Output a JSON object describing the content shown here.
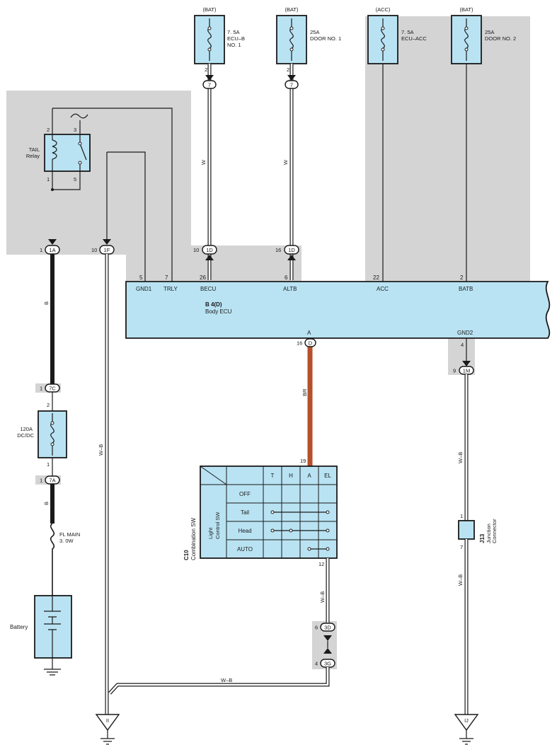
{
  "fuses_top": [
    {
      "source": "(BAT)",
      "rating": "7. 5A",
      "name1": "ECU–B",
      "name2": "NO. 1",
      "pin": "2",
      "conn": "7",
      "wire": "W"
    },
    {
      "source": "(BAT)",
      "rating": "25A",
      "name1": "DOOR NO. 1",
      "name2": "",
      "pin": "2",
      "conn": "7",
      "wire": "W"
    },
    {
      "source": "(ACC)",
      "rating": "7. 5A",
      "name1": "ECU–ACC",
      "name2": ""
    },
    {
      "source": "(BAT)",
      "rating": "25A",
      "name1": "DOOR NO. 2",
      "name2": ""
    }
  ],
  "relay": {
    "name1": "TAIL",
    "name2": "Relay",
    "pins": [
      "2",
      "3",
      "1",
      "5"
    ]
  },
  "connectors": {
    "c1A": {
      "pin": "1",
      "label": "1A"
    },
    "c1F": {
      "pin": "10",
      "label": "1F"
    },
    "c1D_a": {
      "pin": "10",
      "label": "1D"
    },
    "c1D_b": {
      "pin": "16",
      "label": "1D"
    },
    "c7C": {
      "pin": "1",
      "label": "7C"
    },
    "c7A": {
      "pin": "1",
      "label": "7A"
    },
    "cD": {
      "pin": "16",
      "label": "D"
    },
    "c1M": {
      "pin": "9",
      "label": "1M"
    },
    "c3D": {
      "pin": "6",
      "label": "3D"
    },
    "c3G": {
      "pin": "4",
      "label": "3G"
    }
  },
  "ecu": {
    "id": "B 4(D)",
    "name": "Body ECU",
    "terminals": [
      {
        "pin": "5",
        "name": "GND1"
      },
      {
        "pin": "7",
        "name": "TRLY"
      },
      {
        "pin": "26",
        "name": "BECU"
      },
      {
        "pin": "6",
        "name": "ALTB"
      },
      {
        "pin": "22",
        "name": "ACC"
      },
      {
        "pin": "2",
        "name": "BATB"
      }
    ],
    "bottom_terminals": [
      {
        "name": "A"
      },
      {
        "name": "GND2",
        "pin": "4"
      }
    ]
  },
  "wires": {
    "b1": "B",
    "b2": "B",
    "wb_left": "W–B",
    "br": "BR",
    "wb_right1": "W–B",
    "wb_right2": "W–B",
    "wb_sw": "W–B",
    "wb_bottom": "W–B"
  },
  "dcdc_fuse": {
    "rating": "120A",
    "name": "DC/DC",
    "pin_top": "2",
    "pin_bottom": "1"
  },
  "fl_main": {
    "name": "FL MAIN",
    "rating": "3. 0W"
  },
  "battery": {
    "label": "Battery"
  },
  "combination_sw": {
    "id": "C10",
    "name": "Combination SW",
    "sub1": "Light",
    "sub2": "Control SW",
    "columns": [
      "T",
      "H",
      "A",
      "EL"
    ],
    "rows": [
      "OFF",
      "Tail",
      "Head",
      "AUTO"
    ],
    "pin_top": "19",
    "pin_bottom": "12"
  },
  "junction": {
    "id": "J13",
    "name1": "Junction",
    "name2": "Connector",
    "pin_top": "1",
    "pin_bottom": "7"
  },
  "grounds": {
    "left": "II",
    "right": "IJ"
  }
}
